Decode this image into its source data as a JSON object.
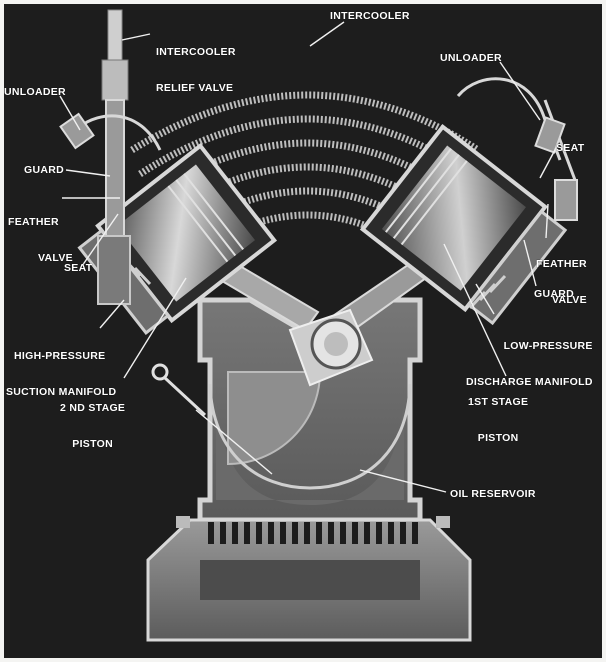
{
  "labels": {
    "intercooler": "INTERCOOLER",
    "intercooler_relief_valve_1": "INTERCOOLER",
    "intercooler_relief_valve_2": "RELIEF VALVE",
    "unloader_left": "UNLOADER",
    "unloader_right": "UNLOADER",
    "guard_left": "GUARD",
    "guard_right": "GUARD",
    "feather_valve_left_1": "FEATHER",
    "feather_valve_left_2": "VALVE",
    "feather_valve_right_1": "FEATHER",
    "feather_valve_right_2": "VALVE",
    "seat_left": "SEAT",
    "seat_right": "SEAT",
    "hp_suction_manifold_1": "HIGH-PRESSURE",
    "hp_suction_manifold_2": "SUCTION MANIFOLD",
    "lp_discharge_manifold_1": "LOW-PRESSURE",
    "lp_discharge_manifold_2": "DISCHARGE MANIFOLD",
    "second_stage_piston_1": "2 ND STAGE",
    "second_stage_piston_2": "PISTON",
    "first_stage_piston_1": "1ST STAGE",
    "first_stage_piston_2": "PISTON",
    "oil_reservoir": "OIL RESERVOIR"
  },
  "colors": {
    "background": "#1a1a1a",
    "metal_light": "#cfcfcf",
    "metal_mid": "#8c8c8c",
    "metal_dark": "#3a3a3a",
    "label_text": "#ffffff",
    "leader_line": "#f0f0f0"
  }
}
